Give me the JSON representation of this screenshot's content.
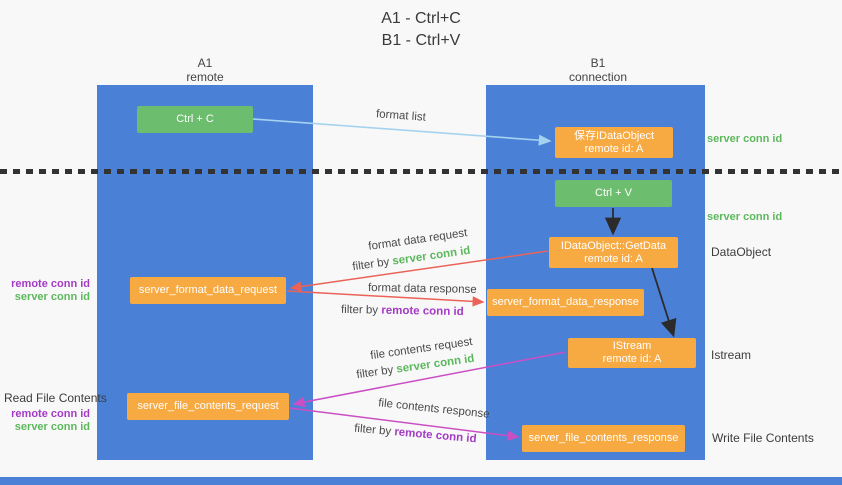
{
  "title": {
    "line1": "A1 - Ctrl+C",
    "line2": "B1 - Ctrl+V"
  },
  "columns": {
    "a1": {
      "name": "A1",
      "subtitle": "remote"
    },
    "b1": {
      "name": "B1",
      "subtitle": "connection"
    }
  },
  "nodes": {
    "ctrl_c": {
      "label": "Ctrl + C"
    },
    "save_idataobject": {
      "line1": "保存IDataObject",
      "line2": "remote id: A"
    },
    "ctrl_v": {
      "label": "Ctrl + V"
    },
    "getdata": {
      "line1": "IDataObject::GetData",
      "line2": "remote id: A"
    },
    "format_request": {
      "label": "server_format_data_request"
    },
    "format_response": {
      "label": "server_format_data_response"
    },
    "istream": {
      "line1": "IStream",
      "line2": "remote id: A"
    },
    "file_request": {
      "label": "server_file_contents_request"
    },
    "file_response": {
      "label": "server_file_contents_response"
    }
  },
  "flow_labels": {
    "format_list": "format list",
    "format_data_request": "format data request",
    "format_data_request_filter_prefix": "filter by",
    "format_data_request_filter": "server conn id",
    "format_data_response": "format data response",
    "format_data_response_filter_prefix": "filter by",
    "format_data_response_filter": "remote conn id",
    "file_contents_request": "file contents request",
    "file_contents_request_filter_prefix": "filter by",
    "file_contents_request_filter": "server conn id",
    "file_contents_response": "file contents response",
    "file_contents_response_filter_prefix": "filter by",
    "file_contents_response_filter": "remote conn id"
  },
  "side_labels": {
    "server_conn_id_format_list": "server conn id",
    "server_conn_id_ctrl_v": "server conn id",
    "dataobject": "DataObject",
    "istream": "Istream",
    "format_remote_conn_id": "remote conn id",
    "format_server_conn_id": "server conn id",
    "read_file_contents": "Read File Contents",
    "file_remote_conn_id": "remote conn id",
    "file_server_conn_id": "server conn id",
    "write_file_contents": "Write File Contents"
  },
  "colors": {
    "column_blue": "#4b80d7",
    "box_green": "#6dbd6e",
    "box_orange": "#f7a942",
    "text_green": "#5cb85c",
    "text_purple": "#a43bc4",
    "arrow_red": "#e96358",
    "arrow_magenta": "#cb4ec4",
    "arrow_lightblue": "#a5d3ef",
    "arrow_black": "#2b2b2b"
  }
}
